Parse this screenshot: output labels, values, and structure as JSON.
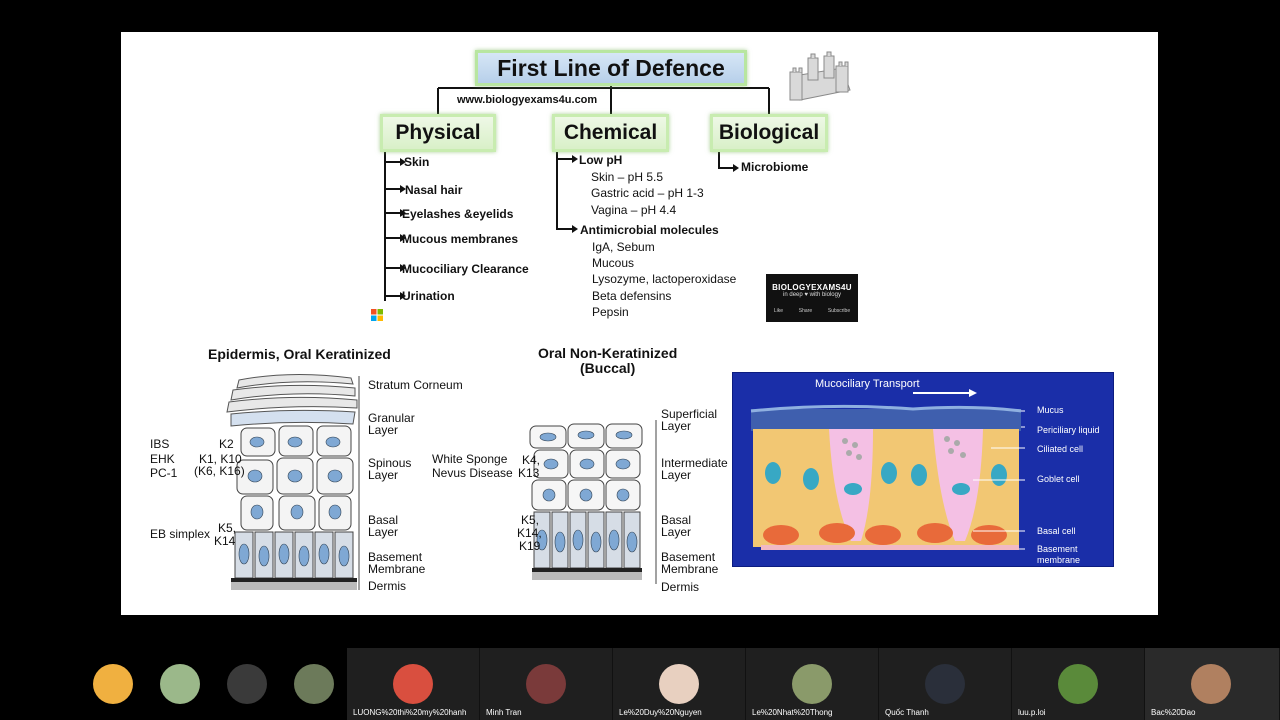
{
  "slide": {
    "title": "First Line of Defence",
    "url": "www.biologyexams4u.com",
    "categories": {
      "physical": "Physical",
      "chemical": "Chemical",
      "biological": "Biological"
    },
    "physical_items": [
      "Skin",
      "Nasal hair",
      "Eyelashes &eyelids",
      "Mucous membranes",
      "Mucociliary Clearance",
      "Urination"
    ],
    "chemical": {
      "low_ph": "Low pH",
      "low_ph_items": [
        "Skin – pH 5.5",
        "Gastric acid – pH 1-3",
        "Vagina – pH 4.4"
      ],
      "antimicrobial": "Antimicrobial molecules",
      "antimicrobial_items": [
        "IgA, Sebum",
        "Mucous",
        "Lysozyme, lactoperoxidase",
        "Beta defensins",
        "Pepsin"
      ]
    },
    "biological_items": [
      "Microbiome"
    ],
    "logo": {
      "brand": "BIOLOGYEXAMS4U",
      "tagline": "in deep ♥ with biology",
      "actions": [
        "Like",
        "Share",
        "Subscribe"
      ]
    },
    "diagram_left": {
      "title": "Epidermis, Oral Keratinized",
      "layers": [
        "Stratum Corneum",
        "Granular Layer",
        "Spinous Layer",
        "Basal Layer",
        "Basement Membrane",
        "Dermis"
      ],
      "diseases": [
        "IBS",
        "EHK",
        "PC-1",
        "EB simplex"
      ],
      "keratins": [
        "K2",
        "K1, K10",
        "(K6, K16)",
        "K5,",
        "K14"
      ]
    },
    "diagram_right": {
      "title_line1": "Oral Non-Keratinized",
      "title_line2": "(Buccal)",
      "layers": [
        "Superficial Layer",
        "Intermediate Layer",
        "Basal Layer",
        "Basement Membrane",
        "Dermis"
      ],
      "diseases": [
        "White Sponge",
        "Nevus Disease"
      ],
      "keratins": [
        "K4,",
        "K13",
        "K5,",
        "K14,",
        "K19"
      ]
    },
    "mucociliary": {
      "title": "Mucociliary Transport",
      "labels": [
        "Mucus",
        "Periciliary liquid",
        "Ciliated cell",
        "Goblet cell",
        "Basal cell",
        "Basement membrane"
      ]
    }
  },
  "participants": [
    {
      "name": ""
    },
    {
      "name": ""
    },
    {
      "name": ""
    },
    {
      "name": ""
    },
    {
      "name": "LUONG%20thi%20my%20hanh"
    },
    {
      "name": "Minh Tran"
    },
    {
      "name": "Le%20Duy%20Nguyen"
    },
    {
      "name": "Le%20Nhat%20Thong"
    },
    {
      "name": "Quốc Thanh"
    },
    {
      "name": "luu.p.loi"
    },
    {
      "name": "Bac%20Dao"
    }
  ],
  "colors": {
    "box_fill": "#c9dcf0",
    "box_border": "#b8e6a0",
    "panel": "#1a2ea8"
  }
}
